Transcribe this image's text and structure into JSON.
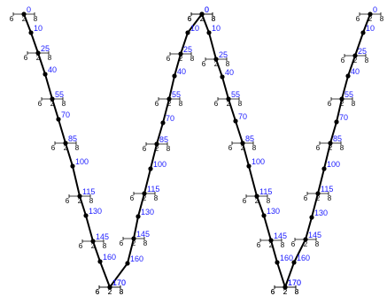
{
  "colors": {
    "line": "#000000",
    "label": "#1a1aff"
  },
  "paths": [
    {
      "id": "A",
      "points": [
        {
          "id": "0",
          "ruler": true
        },
        {
          "id": "10",
          "ruler": false
        },
        {
          "id": "25",
          "ruler": true
        },
        {
          "id": "40",
          "ruler": false
        },
        {
          "id": "55",
          "ruler": true
        },
        {
          "id": "70",
          "ruler": false
        },
        {
          "id": "85",
          "ruler": true
        },
        {
          "id": "100",
          "ruler": false
        },
        {
          "id": "115",
          "ruler": true
        },
        {
          "id": "130",
          "ruler": false
        },
        {
          "id": "145",
          "ruler": true
        },
        {
          "id": "160",
          "ruler": false
        },
        {
          "id": "170",
          "ruler": true
        }
      ]
    },
    {
      "id": "B",
      "points": [
        {
          "id": "170",
          "ruler": true
        },
        {
          "id": "160",
          "ruler": false
        },
        {
          "id": "145",
          "ruler": true
        },
        {
          "id": "130",
          "ruler": false
        },
        {
          "id": "115",
          "ruler": true
        },
        {
          "id": "100",
          "ruler": false
        },
        {
          "id": "85",
          "ruler": true
        },
        {
          "id": "70",
          "ruler": false
        },
        {
          "id": "55",
          "ruler": true
        },
        {
          "id": "40",
          "ruler": false
        },
        {
          "id": "25",
          "ruler": true
        },
        {
          "id": "10",
          "ruler": false
        },
        {
          "id": "0",
          "ruler": true
        }
      ]
    },
    {
      "id": "C",
      "points": [
        {
          "id": "0",
          "ruler": true
        },
        {
          "id": "10",
          "ruler": false
        },
        {
          "id": "25",
          "ruler": true
        },
        {
          "id": "40",
          "ruler": false
        },
        {
          "id": "55",
          "ruler": true
        },
        {
          "id": "70",
          "ruler": false
        },
        {
          "id": "85",
          "ruler": true
        },
        {
          "id": "100",
          "ruler": false
        },
        {
          "id": "115",
          "ruler": true
        },
        {
          "id": "130",
          "ruler": false
        },
        {
          "id": "145",
          "ruler": true
        },
        {
          "id": "160",
          "ruler": false
        },
        {
          "id": "170",
          "ruler": true
        }
      ]
    },
    {
      "id": "D",
      "points": [
        {
          "id": "170",
          "ruler": true
        },
        {
          "id": "160",
          "ruler": false
        },
        {
          "id": "145",
          "ruler": true
        },
        {
          "id": "130",
          "ruler": false
        },
        {
          "id": "115",
          "ruler": true
        },
        {
          "id": "100",
          "ruler": false
        },
        {
          "id": "85",
          "ruler": true
        },
        {
          "id": "70",
          "ruler": false
        },
        {
          "id": "55",
          "ruler": true
        },
        {
          "id": "40",
          "ruler": false
        },
        {
          "id": "25",
          "ruler": true
        },
        {
          "id": "10",
          "ruler": false
        },
        {
          "id": "0",
          "ruler": true
        }
      ]
    }
  ],
  "ruler_labels": {
    "left": "6",
    "middle": "2",
    "right": "8"
  }
}
